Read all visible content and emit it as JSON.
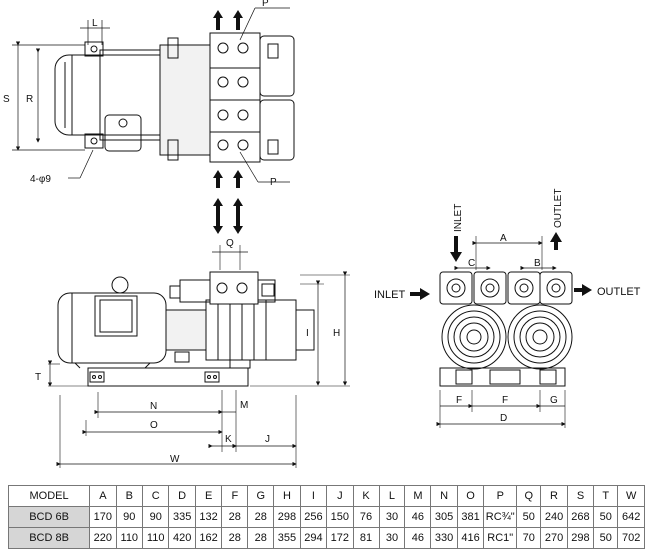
{
  "labels": {
    "L": "L",
    "S": "S",
    "R": "R",
    "P": "P",
    "hole": "4-φ9",
    "Q": "Q",
    "T": "T",
    "N": "N",
    "M": "M",
    "O": "O",
    "K": "K",
    "J": "J",
    "W": "W",
    "I": "I",
    "H": "H",
    "inlet_vertical": "INLET",
    "outlet_vertical": "OUTLET",
    "inlet": "INLET",
    "outlet": "OUTLET",
    "A": "A",
    "B": "B",
    "C": "C",
    "D": "D",
    "F": "F",
    "G": "G"
  },
  "table": {
    "headers": [
      "MODEL",
      "A",
      "B",
      "C",
      "D",
      "E",
      "F",
      "G",
      "H",
      "I",
      "J",
      "K",
      "L",
      "M",
      "N",
      "O",
      "P",
      "Q",
      "R",
      "S",
      "T",
      "W"
    ],
    "rows": [
      [
        "BCD 6B",
        "170",
        "90",
        "90",
        "335",
        "132",
        "28",
        "28",
        "298",
        "256",
        "150",
        "76",
        "30",
        "46",
        "305",
        "381",
        "RC¾\"",
        "50",
        "240",
        "268",
        "50",
        "642"
      ],
      [
        "BCD 8B",
        "220",
        "110",
        "110",
        "420",
        "162",
        "28",
        "28",
        "355",
        "294",
        "172",
        "81",
        "30",
        "46",
        "330",
        "416",
        "RC1\"",
        "70",
        "270",
        "298",
        "50",
        "702"
      ]
    ]
  }
}
